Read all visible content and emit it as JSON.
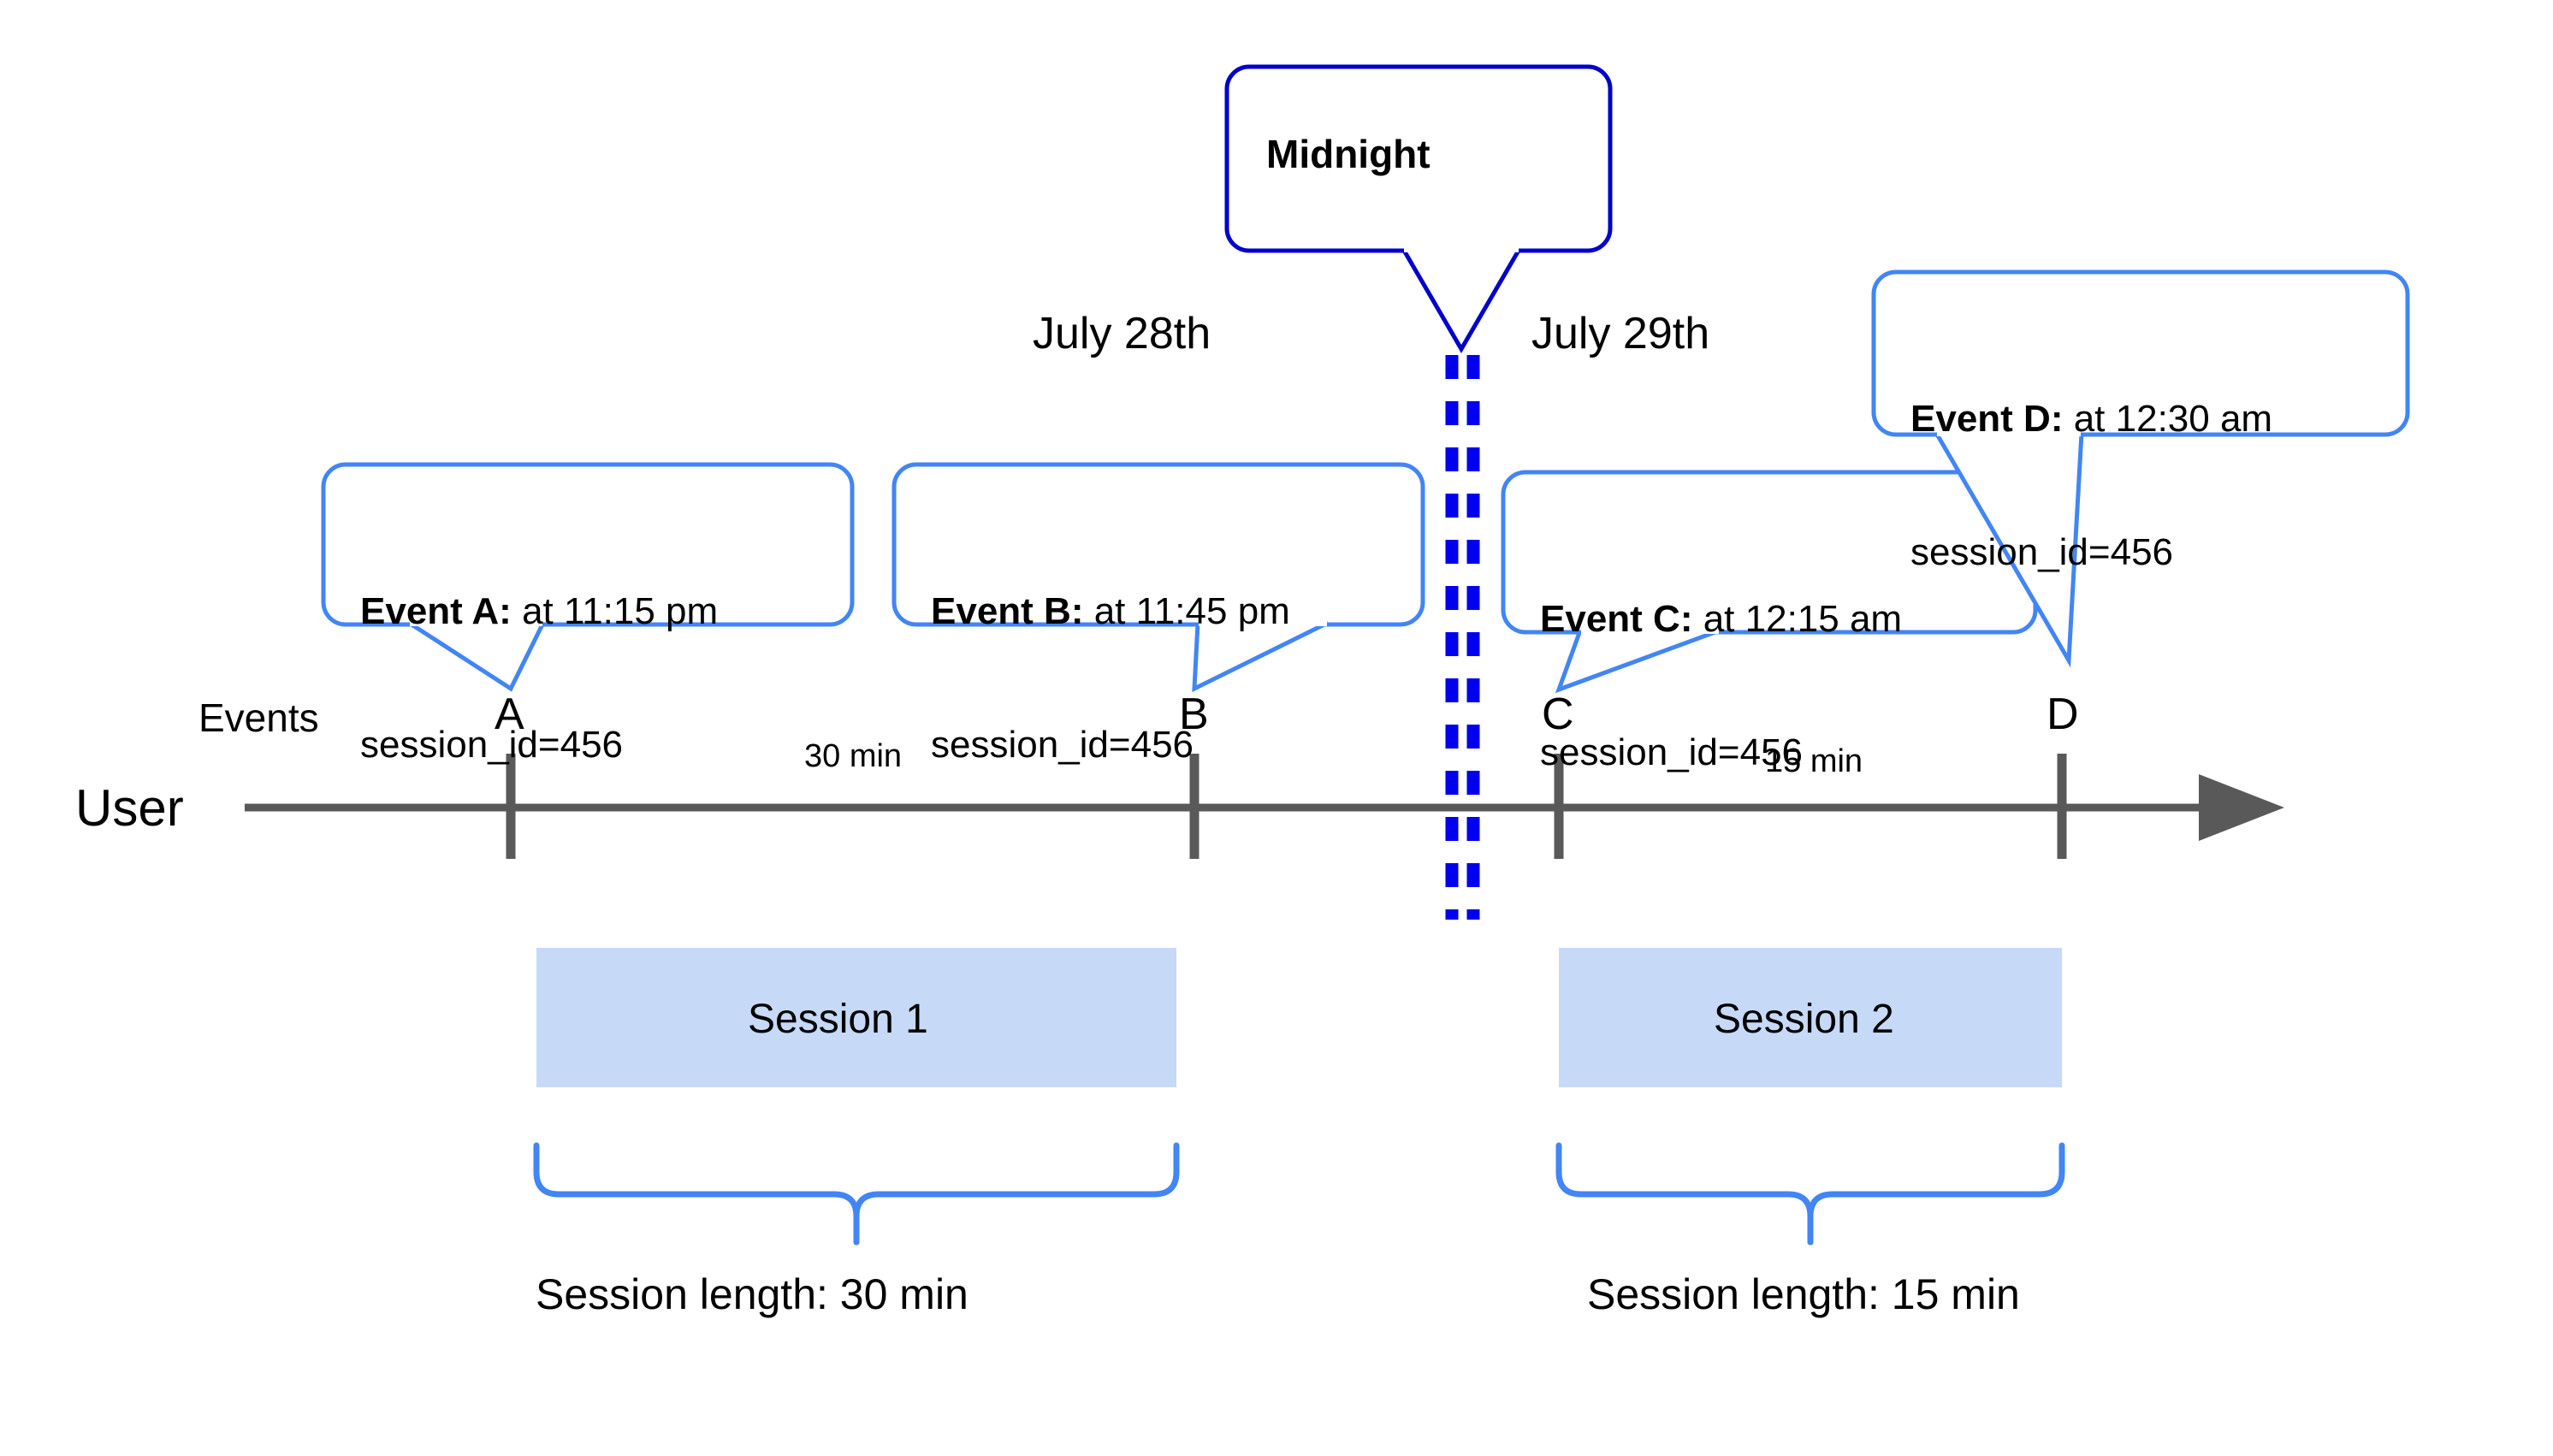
{
  "diagram": {
    "title_callout": {
      "label": "Midnight"
    },
    "lane_labels": {
      "events": "Events",
      "user": "User"
    },
    "day_labels": [
      {
        "id": "day-left",
        "label": "July 28th"
      },
      {
        "id": "day-right",
        "label": "July 29th"
      }
    ],
    "events": [
      {
        "letter": "A",
        "title": "Event A:",
        "time": " at 11:15 pm",
        "attribute": "session_id=456"
      },
      {
        "letter": "B",
        "title": "Event B:",
        "time": " at 11:45 pm",
        "attribute": "session_id=456"
      },
      {
        "letter": "C",
        "title": "Event C:",
        "time": " at 12:15 am",
        "attribute": "session_id=456"
      },
      {
        "letter": "D",
        "title": "Event D:",
        "time": " at 12:30 am",
        "attribute": "session_id=456"
      }
    ],
    "gaps": [
      {
        "id": "gap-ab",
        "label": "30 min"
      },
      {
        "id": "gap-cd",
        "label": "15 min"
      }
    ],
    "sessions": [
      {
        "id": "session-1",
        "bar_label": "Session 1",
        "length_label": "Session length: 30 min"
      },
      {
        "id": "session-2",
        "bar_label": "Session 2",
        "length_label": "Session length: 15 min"
      }
    ],
    "colors": {
      "callout_border": "#4285F4",
      "midnight_border": "#0000CC",
      "midnight_divider": "#0000EE",
      "session_fill": "#C6D9F7",
      "axis": "#595959",
      "text": "#000000"
    }
  }
}
